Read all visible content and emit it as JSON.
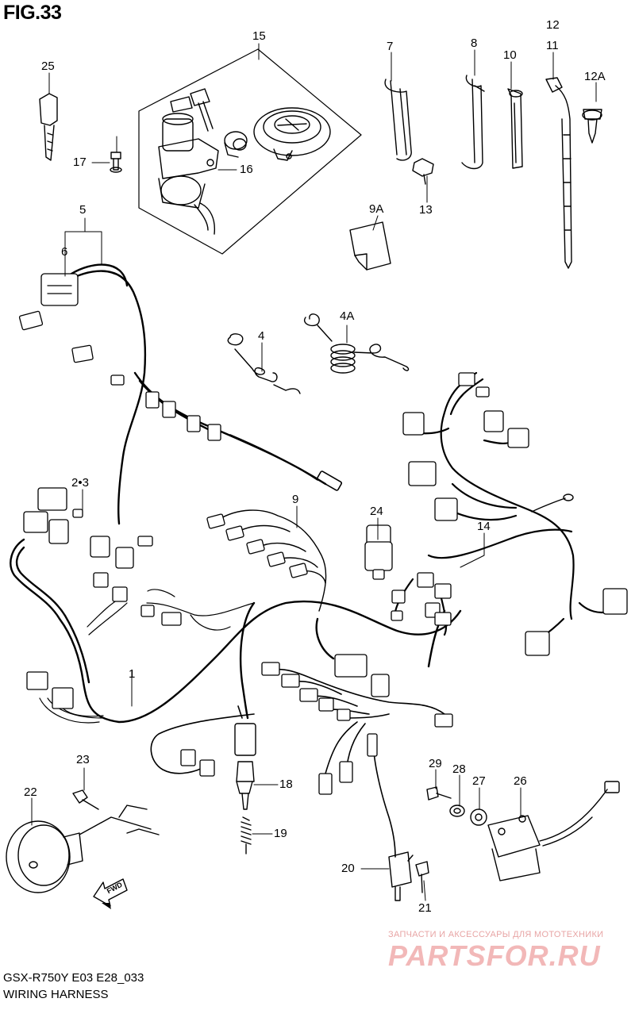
{
  "figure": {
    "title": "FIG.33"
  },
  "footer": {
    "model_code": "GSX-R750Y E03 E28_033",
    "section_name": "WIRING HARNESS"
  },
  "watermark": {
    "tagline": "ЗАПЧАСТИ И АКСЕССУАРЫ ДЛЯ МОТОТЕХНИКИ",
    "brand": "PARTSFOR.RU"
  },
  "direction_arrow": {
    "label": "FWD"
  },
  "callouts": [
    {
      "id": "c25",
      "text": "25"
    },
    {
      "id": "c15",
      "text": "15"
    },
    {
      "id": "c7",
      "text": "7"
    },
    {
      "id": "c8",
      "text": "8"
    },
    {
      "id": "c10",
      "text": "10"
    },
    {
      "id": "c12",
      "text": "12"
    },
    {
      "id": "c11",
      "text": "11"
    },
    {
      "id": "c12a",
      "text": "12A"
    },
    {
      "id": "c17",
      "text": "17"
    },
    {
      "id": "c16",
      "text": "16"
    },
    {
      "id": "c13",
      "text": "13"
    },
    {
      "id": "c9a",
      "text": "9A"
    },
    {
      "id": "c5",
      "text": "5"
    },
    {
      "id": "c6",
      "text": "6"
    },
    {
      "id": "c4",
      "text": "4"
    },
    {
      "id": "c4a",
      "text": "4A"
    },
    {
      "id": "c23",
      "text": "2•3"
    },
    {
      "id": "c9",
      "text": "9"
    },
    {
      "id": "c24",
      "text": "24"
    },
    {
      "id": "c14",
      "text": "14"
    },
    {
      "id": "c1",
      "text": "1"
    },
    {
      "id": "c23b",
      "text": "23"
    },
    {
      "id": "c22",
      "text": "22"
    },
    {
      "id": "c18",
      "text": "18"
    },
    {
      "id": "c19",
      "text": "19"
    },
    {
      "id": "c29",
      "text": "29"
    },
    {
      "id": "c28",
      "text": "28"
    },
    {
      "id": "c27",
      "text": "27"
    },
    {
      "id": "c26",
      "text": "26"
    },
    {
      "id": "c20",
      "text": "20"
    },
    {
      "id": "c21",
      "text": "21"
    }
  ]
}
